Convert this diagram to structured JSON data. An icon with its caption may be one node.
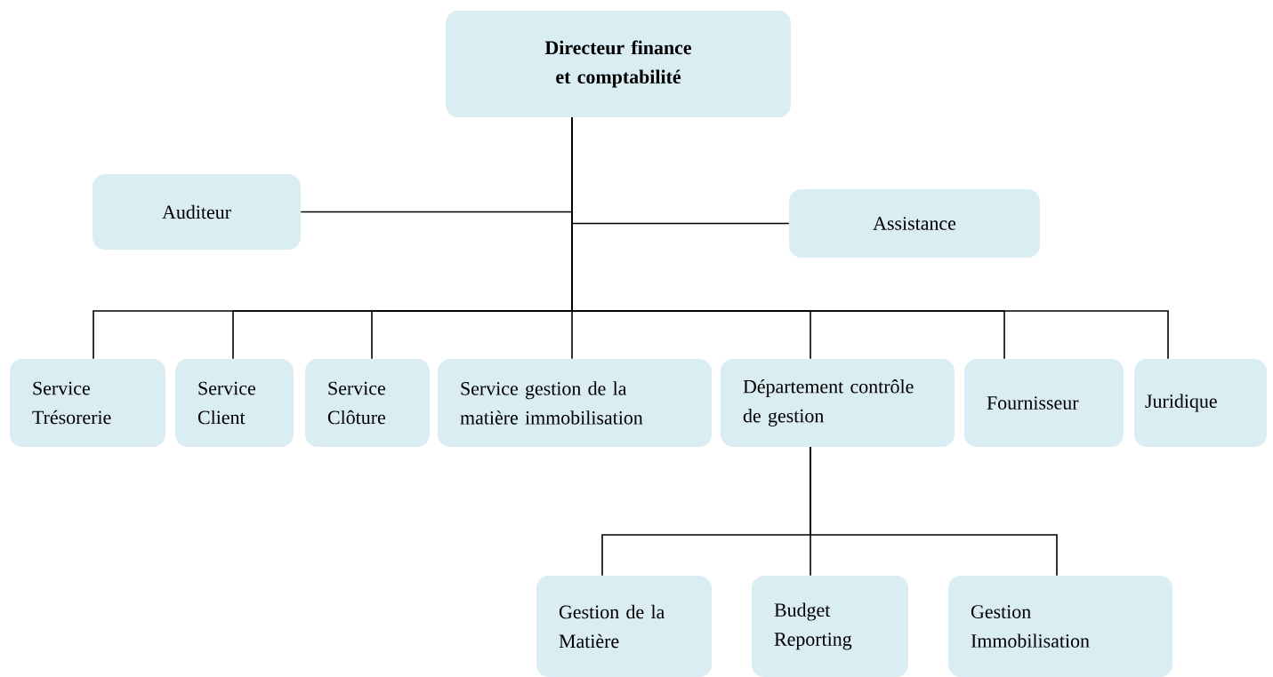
{
  "diagram": {
    "nodes": [
      {
        "text": [
          "Directeur finance et comptabilité"
        ]
      },
      {
        "text": [
          "Auditeur"
        ]
      },
      {
        "text": [
          "Assistance"
        ]
      },
      {
        "text": [
          "Service Trésorerie"
        ]
      },
      {
        "text": [
          "Service Client"
        ]
      },
      {
        "text": [
          "Service Clôture"
        ]
      },
      {
        "text": [
          "Service gestion de la matière immobilisation"
        ]
      },
      {
        "text": [
          "Département contrôle de gestion"
        ]
      },
      {
        "text": [
          "Fournisseur"
        ]
      },
      {
        "text": [
          "Juridique"
        ]
      },
      {
        "text": [
          "Gestion de la Matière"
        ]
      },
      {
        "text": [
          "Budget Reporting"
        ]
      },
      {
        "text": [
          "Gestion Immobilisation"
        ]
      }
    ],
    "edges": [
      {
        "from": 0,
        "to": 1,
        "arrow": "none"
      },
      {
        "from": 0,
        "to": 2,
        "arrow": "none"
      },
      {
        "from": 0,
        "to": 3,
        "arrow": "none"
      },
      {
        "from": 0,
        "to": 4,
        "arrow": "none"
      },
      {
        "from": 0,
        "to": 5,
        "arrow": "none"
      },
      {
        "from": 0,
        "to": 6,
        "arrow": "none"
      },
      {
        "from": 0,
        "to": 7,
        "arrow": "none"
      },
      {
        "from": 0,
        "to": 8,
        "arrow": "none"
      },
      {
        "from": 0,
        "to": 9,
        "arrow": "none"
      },
      {
        "from": 7,
        "to": 10,
        "arrow": "none"
      },
      {
        "from": 7,
        "to": 11,
        "arrow": "none"
      },
      {
        "from": 7,
        "to": 12,
        "arrow": "none"
      }
    ]
  }
}
